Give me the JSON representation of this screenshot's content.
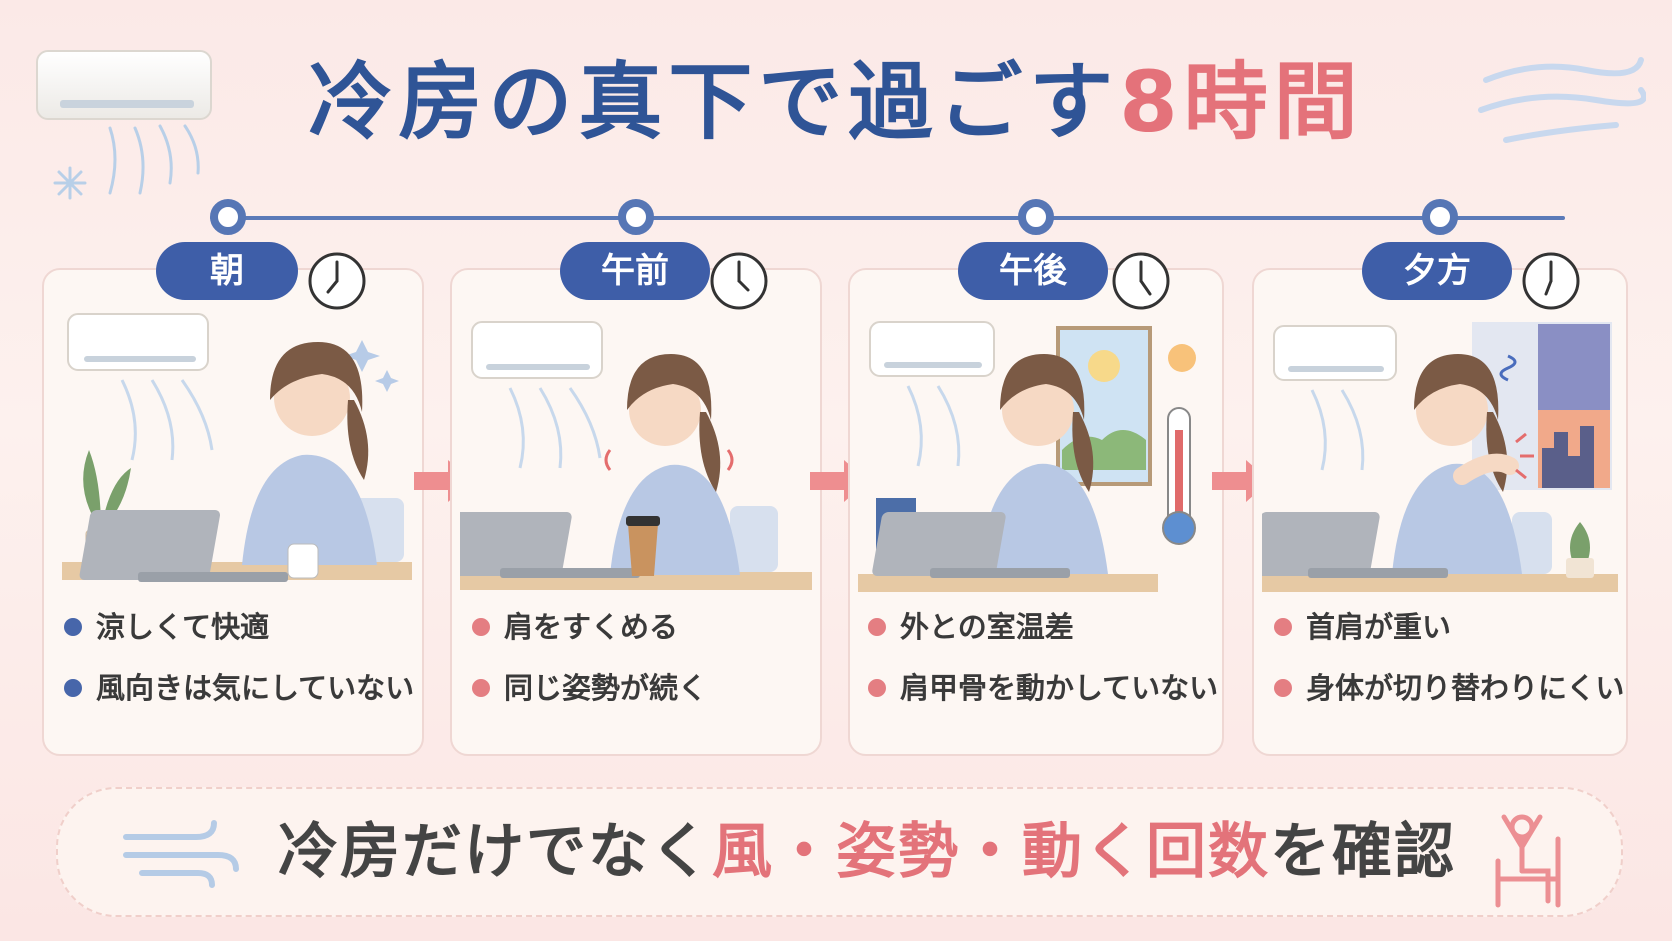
{
  "title": {
    "main": "冷房の真下で過ごす",
    "accent": "8時間"
  },
  "stages": [
    {
      "label": "朝",
      "bullet_style": "blue",
      "bullets": [
        "涼しくて快適",
        "風向きは気にしていない"
      ]
    },
    {
      "label": "午前",
      "bullet_style": "pink",
      "bullets": [
        "肩をすくめる",
        "同じ姿勢が続く"
      ]
    },
    {
      "label": "午後",
      "bullet_style": "pink",
      "bullets": [
        "外との室温差",
        "肩甲骨を動かしていない"
      ]
    },
    {
      "label": "夕方",
      "bullet_style": "pink",
      "bullets": [
        "首肩が重い",
        "身体が切り替わりにくい"
      ]
    }
  ],
  "footer": {
    "prefix": "冷房だけでなく",
    "accent": "風・姿勢・動く回数",
    "suffix": "を確認"
  },
  "colors": {
    "navy": "#2f5496",
    "pill": "#3e5ea8",
    "accent_pink": "#e4727a",
    "bullet_blue": "#4766aa",
    "bullet_pink": "#e47e82",
    "background": "#fbe9e7"
  },
  "icons": [
    "air-conditioner-icon",
    "snowflake-icon",
    "wind-icon",
    "clock-icon",
    "arrow-right-icon",
    "sun-icon",
    "thermometer-icon",
    "stretch-chair-icon"
  ]
}
